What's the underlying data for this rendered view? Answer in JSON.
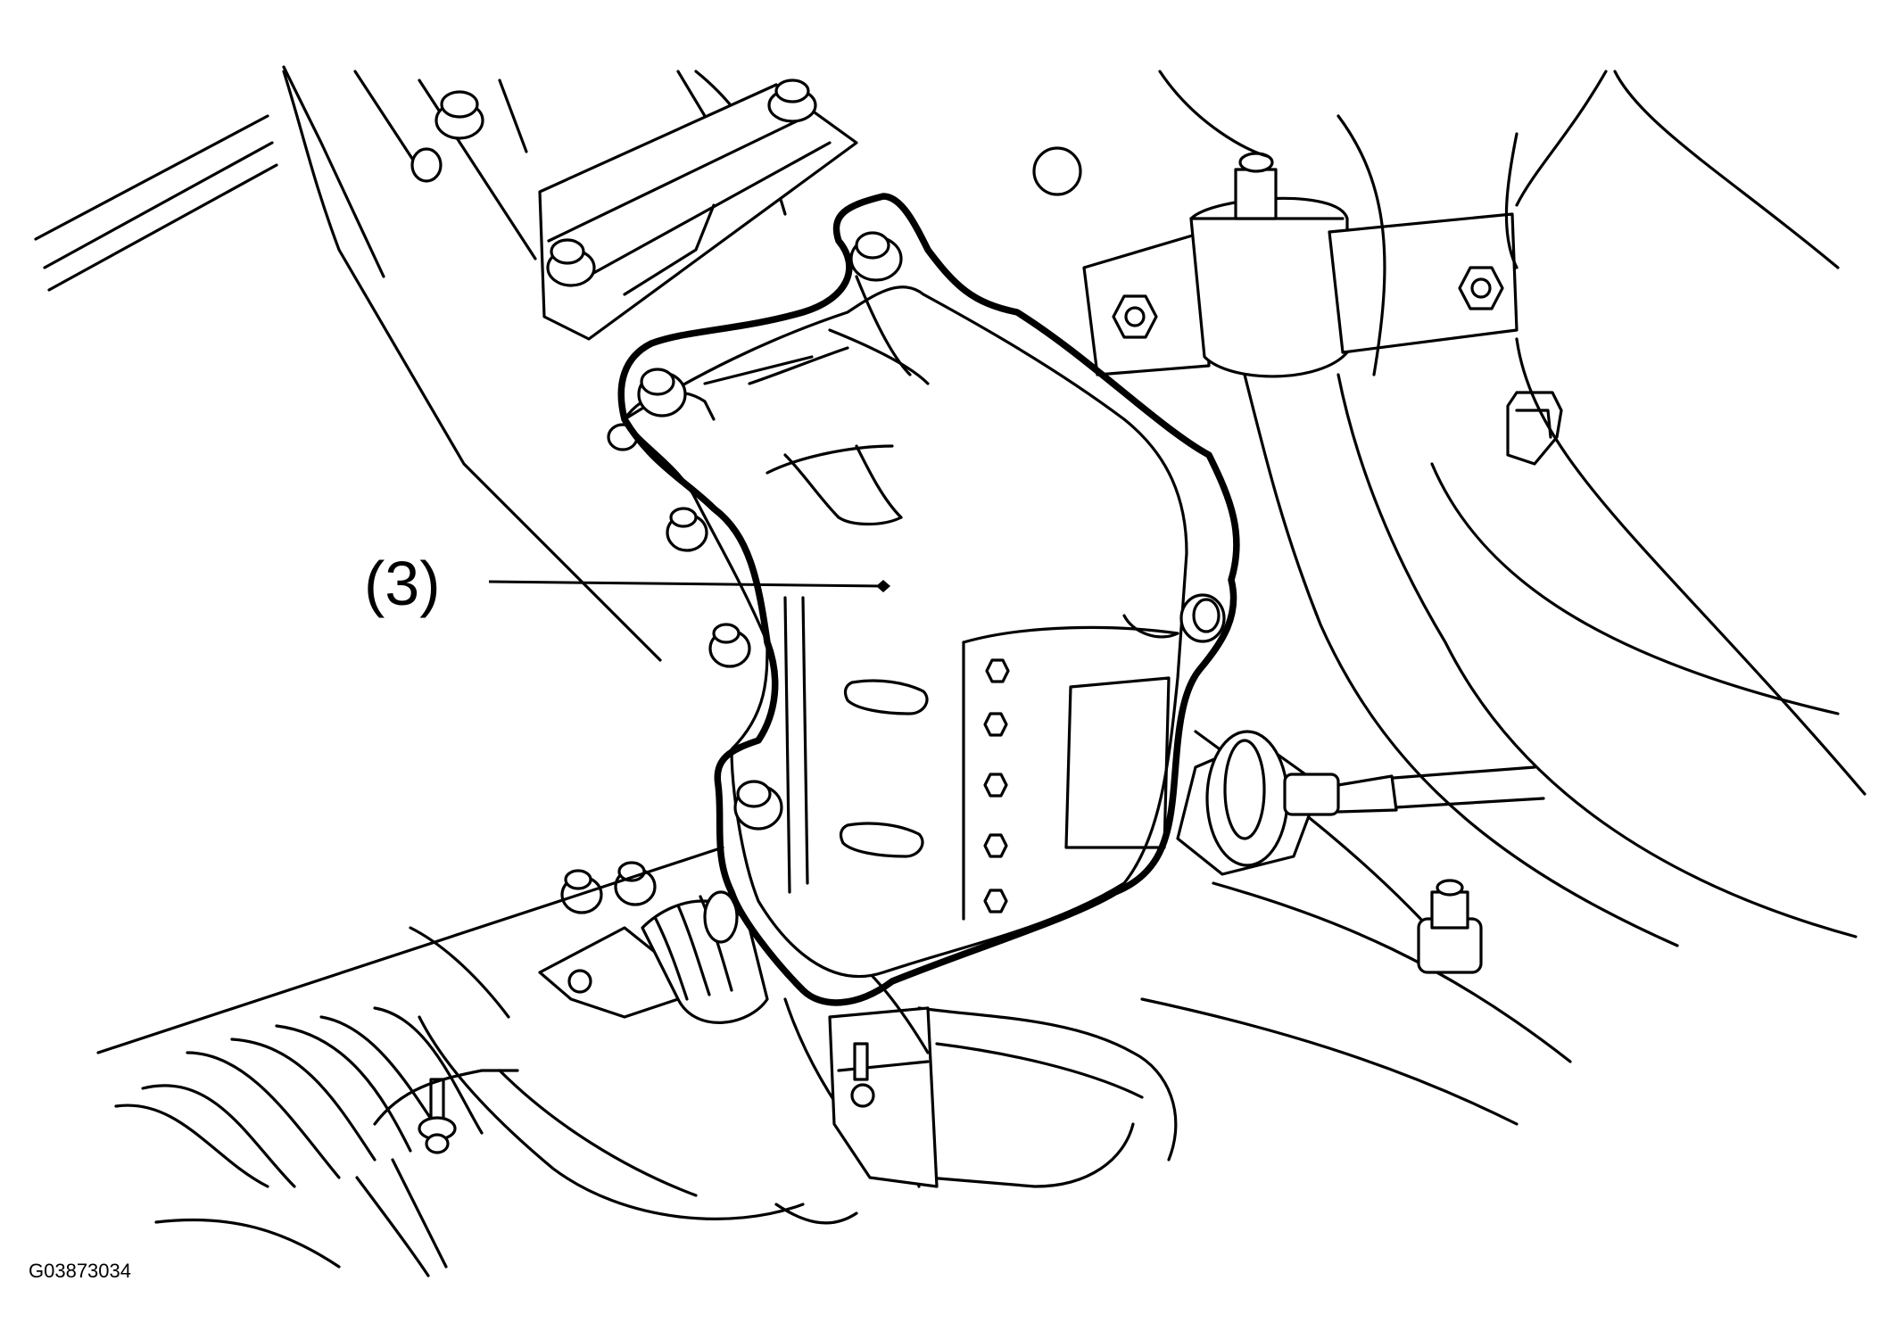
{
  "callout": {
    "label": "(3)",
    "target": "heat-shield"
  },
  "figure_code": "G03873034"
}
